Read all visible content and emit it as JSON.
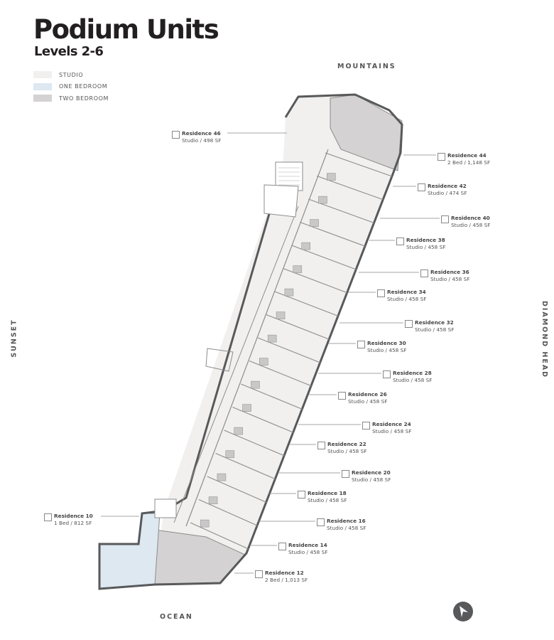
{
  "title": "Podium Units",
  "subtitle": "Levels 2-6",
  "legend": [
    {
      "label": "STUDIO",
      "color": "#f1f0ef"
    },
    {
      "label": "ONE BEDROOM",
      "color": "#dde8f1"
    },
    {
      "label": "TWO BEDROOM",
      "color": "#d4d2d2"
    }
  ],
  "directions": {
    "top": "MOUNTAINS",
    "bottom": "OCEAN",
    "left": "SUNSET",
    "right": "DIAMOND HEAD"
  },
  "compass_icon": "north-arrow-icon",
  "colors": {
    "outline": "#58595b",
    "studio": "#f1f0ef",
    "one_bed": "#dde8f1",
    "two_bed": "#d4d2d2",
    "wall": "#8c8c8c"
  },
  "residences": [
    {
      "name": "Residence 46",
      "info": "Studio / 498 SF"
    },
    {
      "name": "Residence 44",
      "info": "2 Bed / 1,148 SF"
    },
    {
      "name": "Residence 42",
      "info": "Studio / 474 SF"
    },
    {
      "name": "Residence 40",
      "info": "Studio / 458 SF"
    },
    {
      "name": "Residence 38",
      "info": "Studio / 458 SF"
    },
    {
      "name": "Residence 36",
      "info": "Studio / 458 SF"
    },
    {
      "name": "Residence 34",
      "info": "Studio / 458 SF"
    },
    {
      "name": "Residence 32",
      "info": "Studio / 458 SF"
    },
    {
      "name": "Residence 30",
      "info": "Studio / 458 SF"
    },
    {
      "name": "Residence 28",
      "info": "Studio / 458 SF"
    },
    {
      "name": "Residence 26",
      "info": "Studio / 458 SF"
    },
    {
      "name": "Residence 24",
      "info": "Studio / 458 SF"
    },
    {
      "name": "Residence 22",
      "info": "Studio / 458 SF"
    },
    {
      "name": "Residence 20",
      "info": "Studio / 458 SF"
    },
    {
      "name": "Residence 18",
      "info": "Studio / 458 SF"
    },
    {
      "name": "Residence 16",
      "info": "Studio / 458 SF"
    },
    {
      "name": "Residence 14",
      "info": "Studio / 458 SF"
    },
    {
      "name": "Residence 12",
      "info": "2 Bed / 1,013 SF"
    },
    {
      "name": "Residence 10",
      "info": "1 Bed / 812 SF"
    }
  ]
}
